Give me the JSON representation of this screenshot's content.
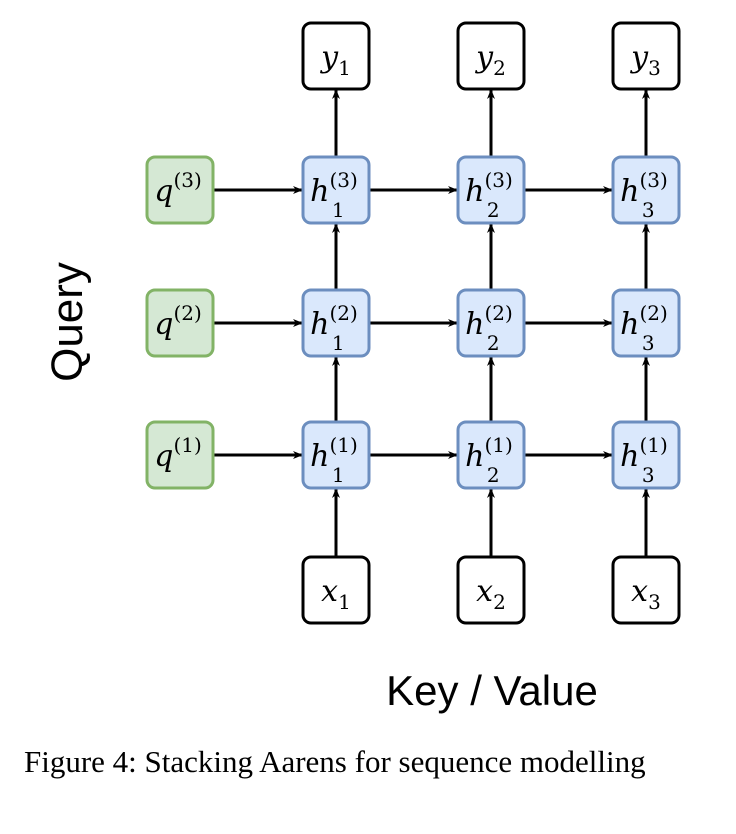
{
  "diagram": {
    "axis_labels": {
      "query": "Query",
      "key_value": "Key / Value"
    },
    "query_nodes": [
      {
        "base": "q",
        "sup": "(3)"
      },
      {
        "base": "q",
        "sup": "(2)"
      },
      {
        "base": "q",
        "sup": "(1)"
      }
    ],
    "hidden_rows": [
      [
        {
          "base": "h",
          "sub": "1",
          "sup": "(3)"
        },
        {
          "base": "h",
          "sub": "2",
          "sup": "(3)"
        },
        {
          "base": "h",
          "sub": "3",
          "sup": "(3)"
        }
      ],
      [
        {
          "base": "h",
          "sub": "1",
          "sup": "(2)"
        },
        {
          "base": "h",
          "sub": "2",
          "sup": "(2)"
        },
        {
          "base": "h",
          "sub": "3",
          "sup": "(2)"
        }
      ],
      [
        {
          "base": "h",
          "sub": "1",
          "sup": "(1)"
        },
        {
          "base": "h",
          "sub": "2",
          "sup": "(1)"
        },
        {
          "base": "h",
          "sub": "3",
          "sup": "(1)"
        }
      ]
    ],
    "outputs": [
      {
        "base": "y",
        "sub": "1"
      },
      {
        "base": "y",
        "sub": "2"
      },
      {
        "base": "y",
        "sub": "3"
      }
    ],
    "inputs": [
      {
        "base": "x",
        "sub": "1"
      },
      {
        "base": "x",
        "sub": "2"
      },
      {
        "base": "x",
        "sub": "3"
      }
    ],
    "colors": {
      "query_fill": "#d5e8d4",
      "query_stroke": "#82b366",
      "hidden_fill": "#dae8fc",
      "hidden_stroke": "#6c8ebf",
      "io_fill": "#ffffff",
      "io_stroke": "#000000"
    }
  },
  "caption": "Figure 4:  Stacking Aarens for sequence modelling"
}
